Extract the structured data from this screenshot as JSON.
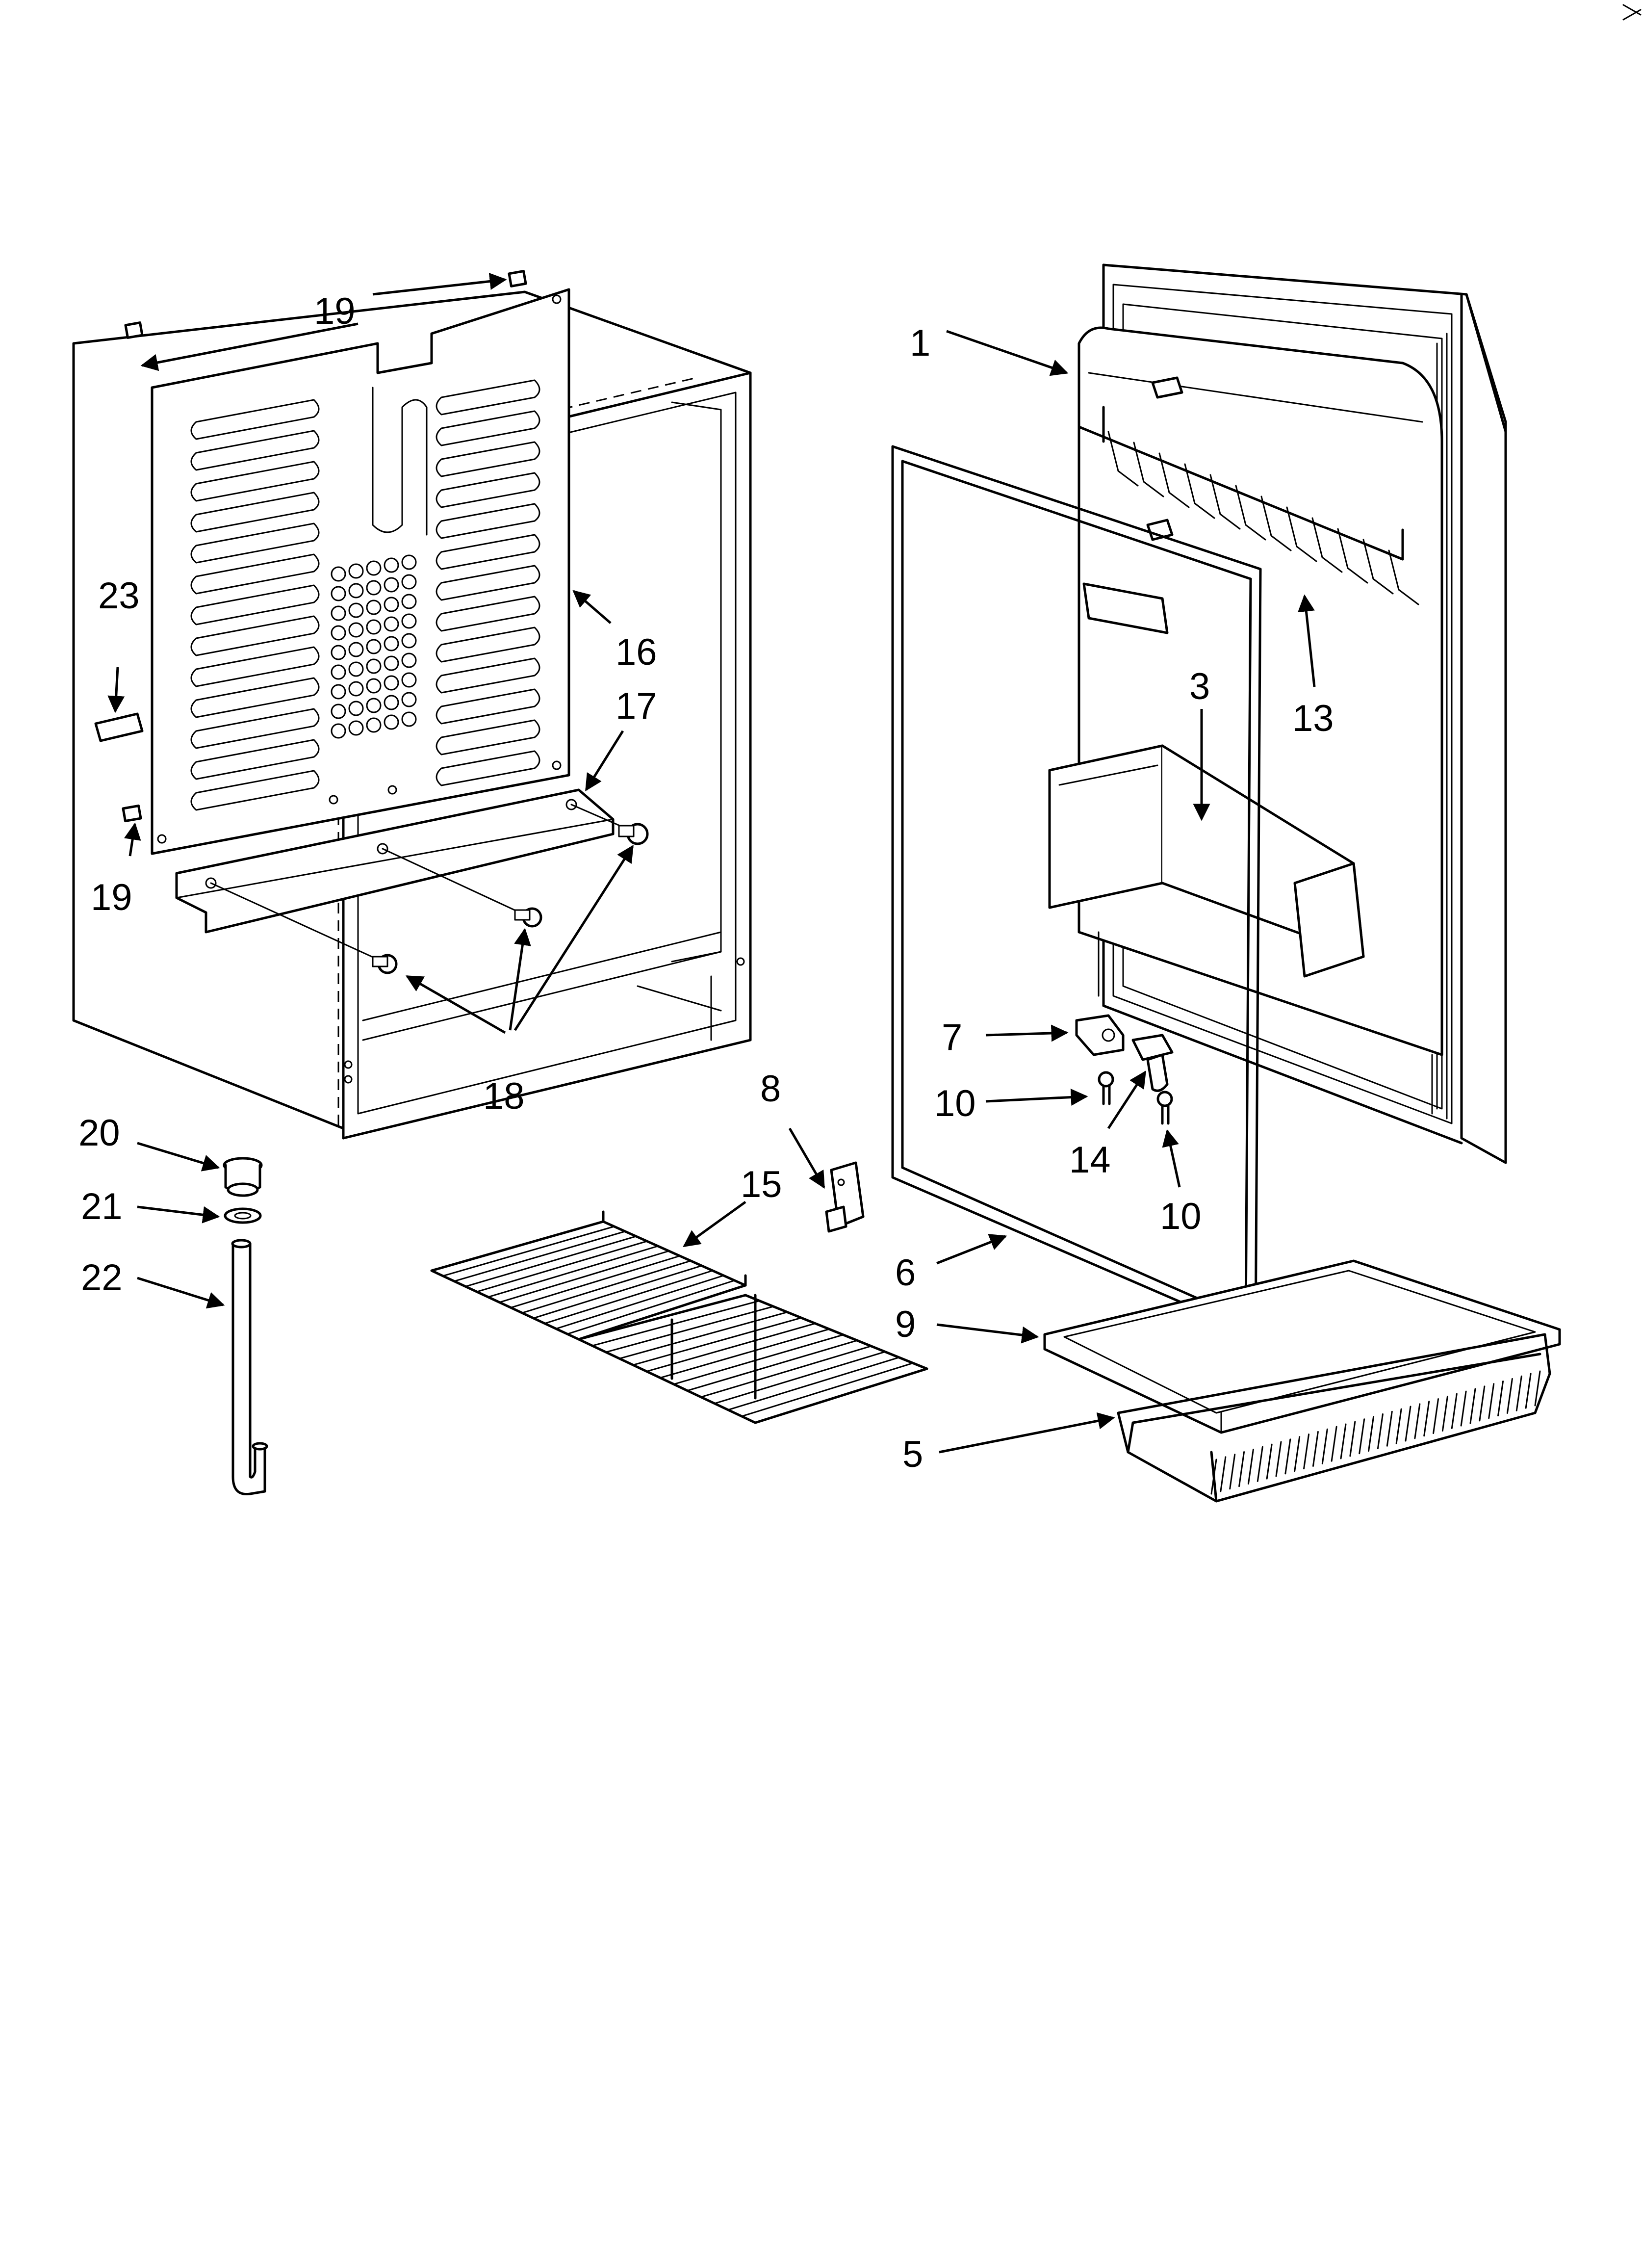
{
  "callouts": {
    "c1": "1",
    "c3": "3",
    "c5": "5",
    "c6": "6",
    "c7": "7",
    "c8": "8",
    "c9": "9",
    "c10a": "10",
    "c10b": "10",
    "c13": "13",
    "c14": "14",
    "c15": "15",
    "c16": "16",
    "c17": "17",
    "c18": "18",
    "c19a": "19",
    "c19b": "19",
    "c20": "20",
    "c21": "21",
    "c22": "22",
    "c23": "23"
  }
}
